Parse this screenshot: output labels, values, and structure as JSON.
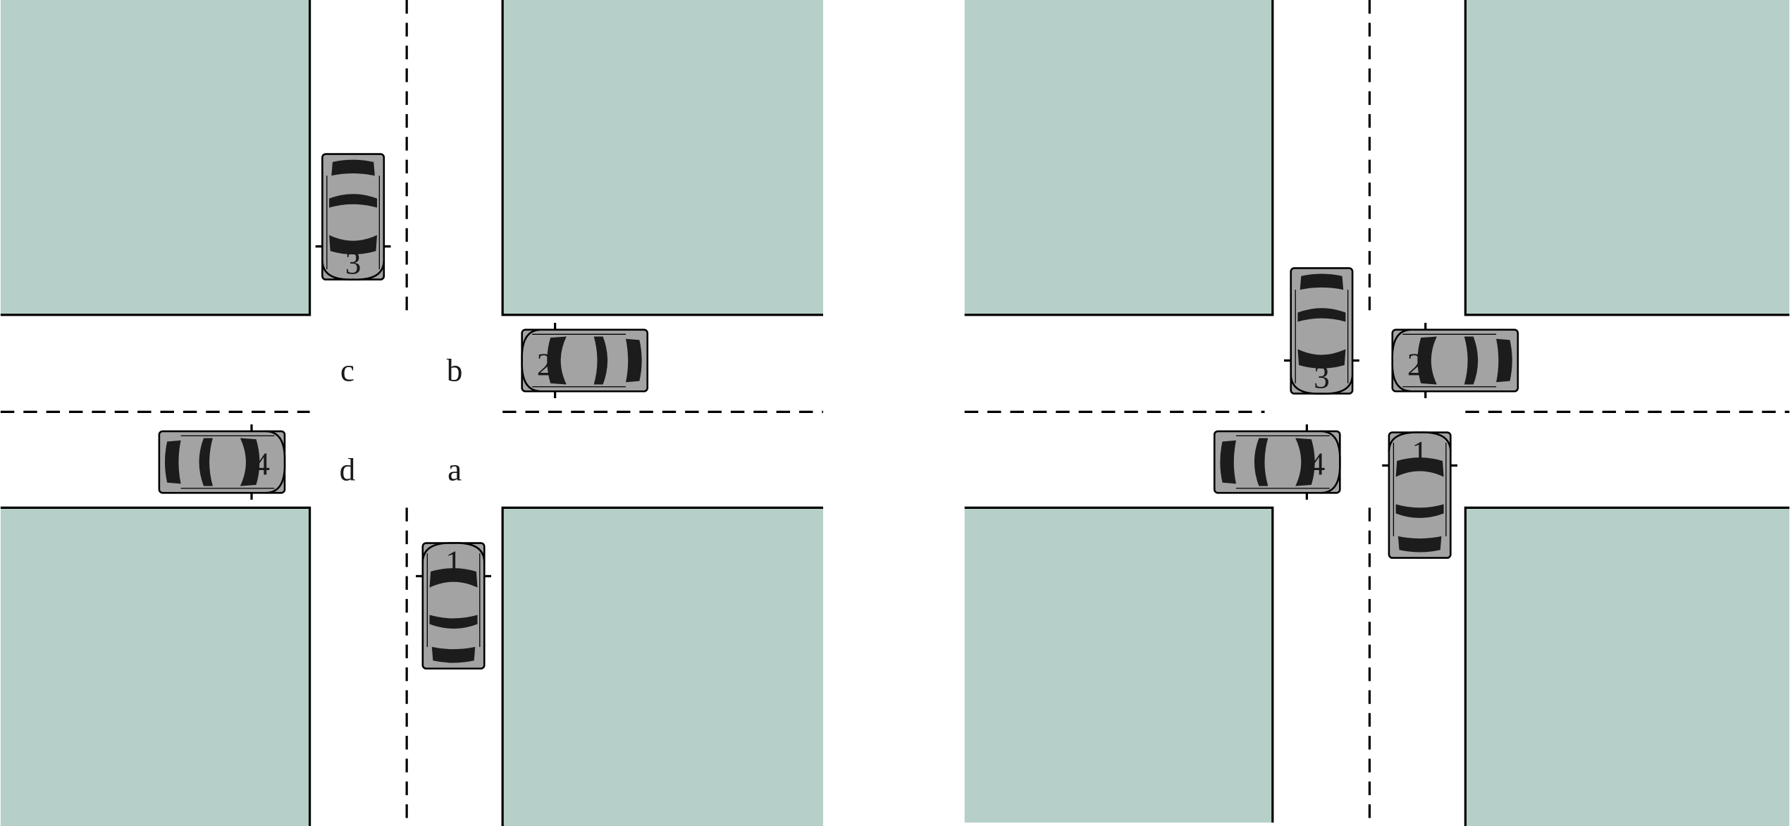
{
  "colors": {
    "block": "#b6d0c9",
    "road": "#ffffff",
    "edge": "#000000",
    "car_body": "#a3a3a3",
    "car_glass": "#1c1c1c",
    "car_outline": "#000000"
  },
  "left_panel": {
    "positions": [
      "a",
      "b",
      "c",
      "d"
    ],
    "cars": [
      "1",
      "2",
      "3",
      "4"
    ]
  },
  "right_panel": {
    "cars": [
      "1",
      "2",
      "3",
      "4"
    ]
  }
}
